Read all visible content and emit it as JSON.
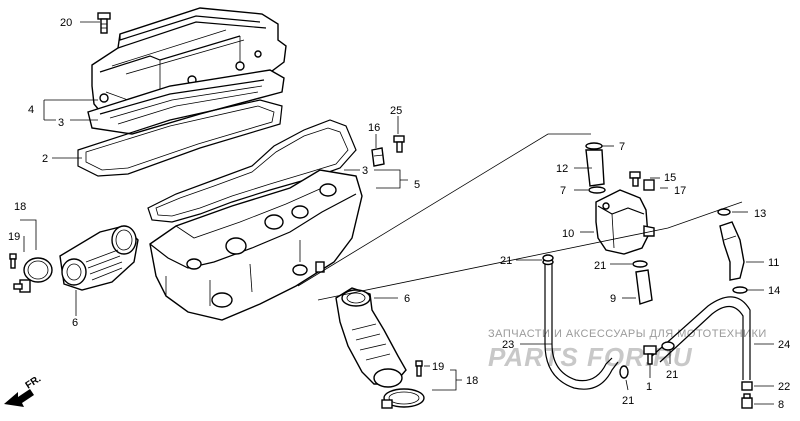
{
  "diagram": {
    "callouts": [
      "20",
      "4",
      "3",
      "2",
      "25",
      "16",
      "3",
      "5",
      "7",
      "12",
      "15",
      "7",
      "17",
      "13",
      "10",
      "11",
      "14",
      "21",
      "21",
      "9",
      "18",
      "19",
      "6",
      "6",
      "19",
      "18",
      "23",
      "1",
      "21",
      "21",
      "24",
      "22",
      "8"
    ],
    "direction_label": "FR.",
    "watermark_top": "ЗАПЧАСТИ И АКСЕССУАРЫ ДЛЯ МОТОТЕХНИКИ",
    "watermark_brand": "PARTS FOR.RU"
  }
}
